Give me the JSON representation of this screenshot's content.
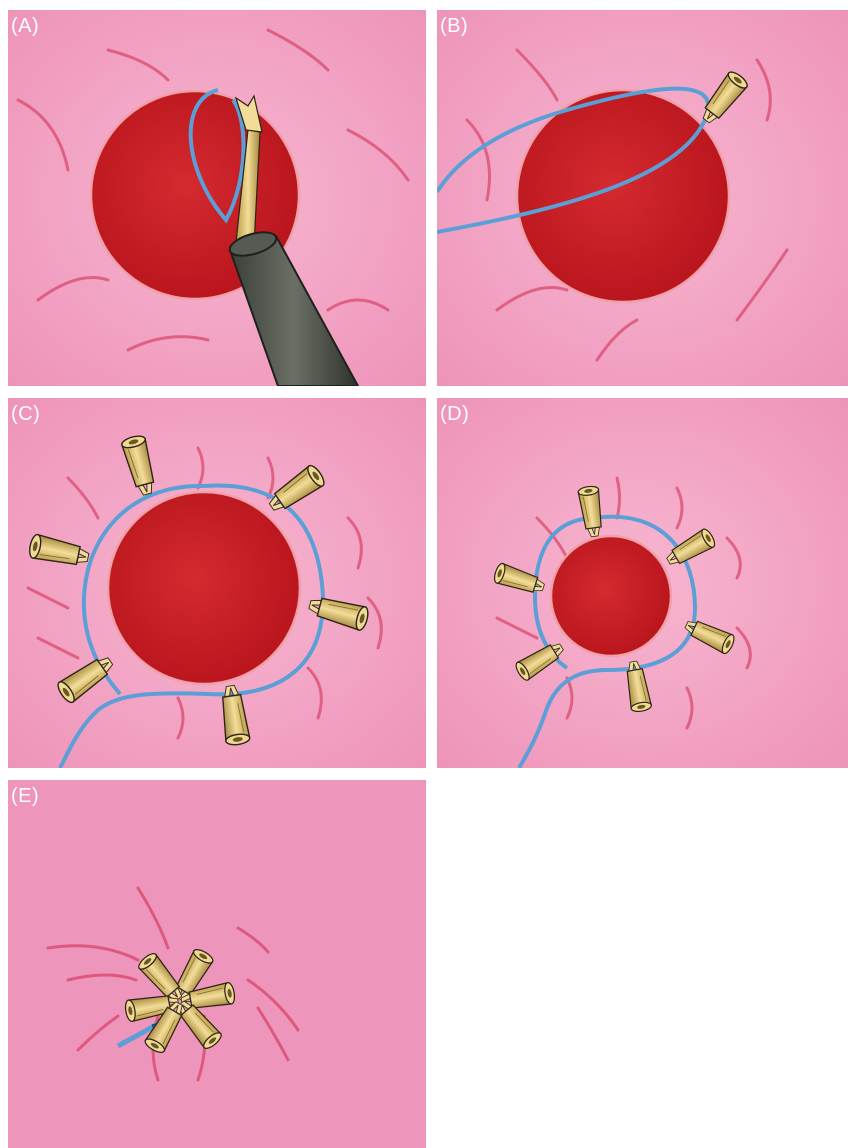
{
  "panels": [
    {
      "label": "(A)"
    },
    {
      "label": "(B)"
    },
    {
      "label": "(C)"
    },
    {
      "label": "(D)"
    },
    {
      "label": "(E)"
    }
  ],
  "colors": {
    "mucosa": "#f2a2c4",
    "mucosa_dark": "#ec8db3",
    "defect": "#cc1e26",
    "defect_rim": "#f0a0a8",
    "suture": "#5b9fd6",
    "clip_body": "#e8d28a",
    "clip_shade": "#b89a48",
    "scope": "#4a5048",
    "fold": "#d94a6e"
  },
  "icons": [
    "endoclip-icon",
    "nylon-loop-icon",
    "endoscope-icon"
  ]
}
